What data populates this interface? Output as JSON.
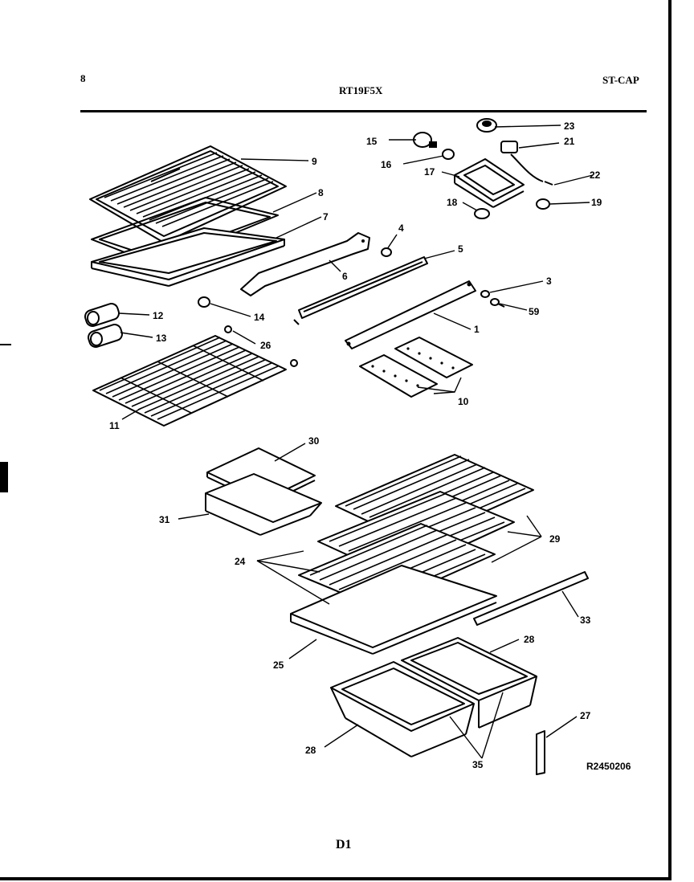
{
  "header": {
    "page_number": "8",
    "model": "RT19F5X",
    "section": "ST-CAP"
  },
  "diagram": {
    "drawing_number": "R2450206",
    "bottom_code": "D1",
    "callouts": [
      "9",
      "8",
      "7",
      "6",
      "5",
      "4",
      "3",
      "59",
      "1",
      "10",
      "11",
      "12",
      "13",
      "14",
      "26",
      "15",
      "16",
      "17",
      "18",
      "19",
      "22",
      "21",
      "23",
      "30",
      "31",
      "29",
      "24",
      "25",
      "33",
      "28",
      "27",
      "35",
      "28"
    ]
  }
}
